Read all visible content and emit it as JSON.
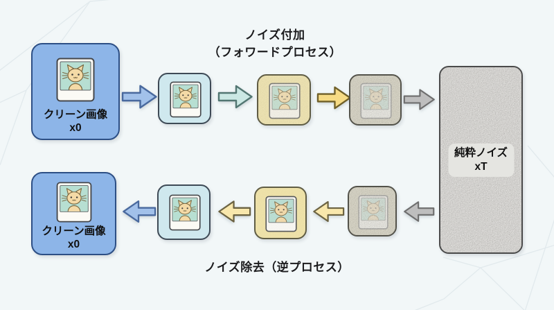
{
  "titles": {
    "forward_line1": "ノイズ付加",
    "forward_line2": "（フォワードプロセス）",
    "reverse": "ノイズ除去（逆プロセス）"
  },
  "nodes": {
    "clean_image_top": {
      "label": "クリーン画像",
      "symbol": "x0"
    },
    "clean_image_bottom": {
      "label": "クリーン画像",
      "symbol": "x0"
    },
    "pure_noise": {
      "label": "純粋ノイズ",
      "symbol": "xT"
    }
  },
  "colors": {
    "background": "#f2f7f8",
    "clean_box_fill": "#8db5e8",
    "clean_box_border": "#2d4f85",
    "light_blue_box_fill": "#cfe8ee",
    "yellow_box_fill": "#f1e3a3",
    "noisy_box_fill": "#c9c3a2",
    "noise_block_fill": "#aeaeab",
    "arrow_blue": "#a2c1ea",
    "arrow_teal": "#cbe8e4",
    "arrow_gold": "#f6db85",
    "arrow_cream": "#f8e7ac",
    "arrow_gray": "#bebebe"
  }
}
